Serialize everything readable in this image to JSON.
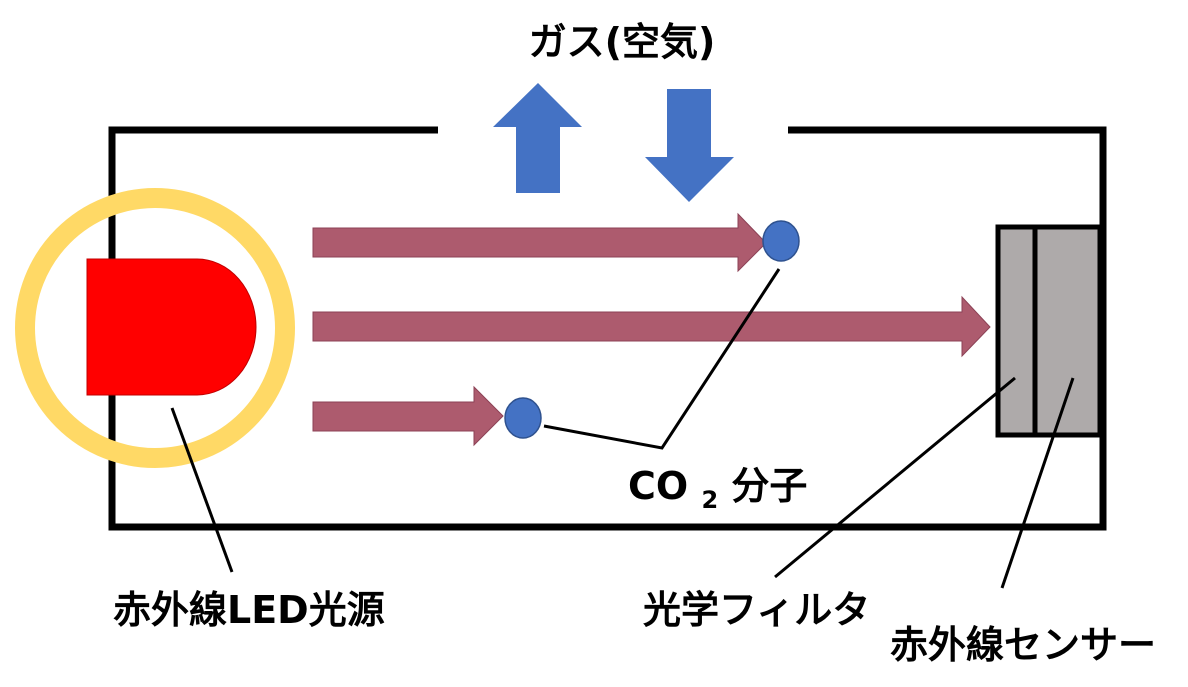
{
  "diagram": {
    "gas_label": "ガス(空気)",
    "co2_label": {
      "main": "CO",
      "subscript": "2",
      "suffix": "分子"
    },
    "light_source_label": "赤外線LED光源",
    "filter_label": "光学フィルタ",
    "sensor_label": "赤外線センサー"
  },
  "colors": {
    "chamber_stroke": "#000000",
    "led_body": "#ff0000",
    "led_glow": "#ffd966",
    "ir_beam": "#ad5b6e",
    "gas_arrow": "#4472c4",
    "co2_molecule": "#4472c4",
    "sensor_body": "#aeaaaa",
    "leader_line": "#000000"
  },
  "icons": {
    "gas_outflow": "arrow-up-icon",
    "gas_inflow": "arrow-down-icon",
    "led": "led-icon",
    "molecule": "circle-icon"
  }
}
